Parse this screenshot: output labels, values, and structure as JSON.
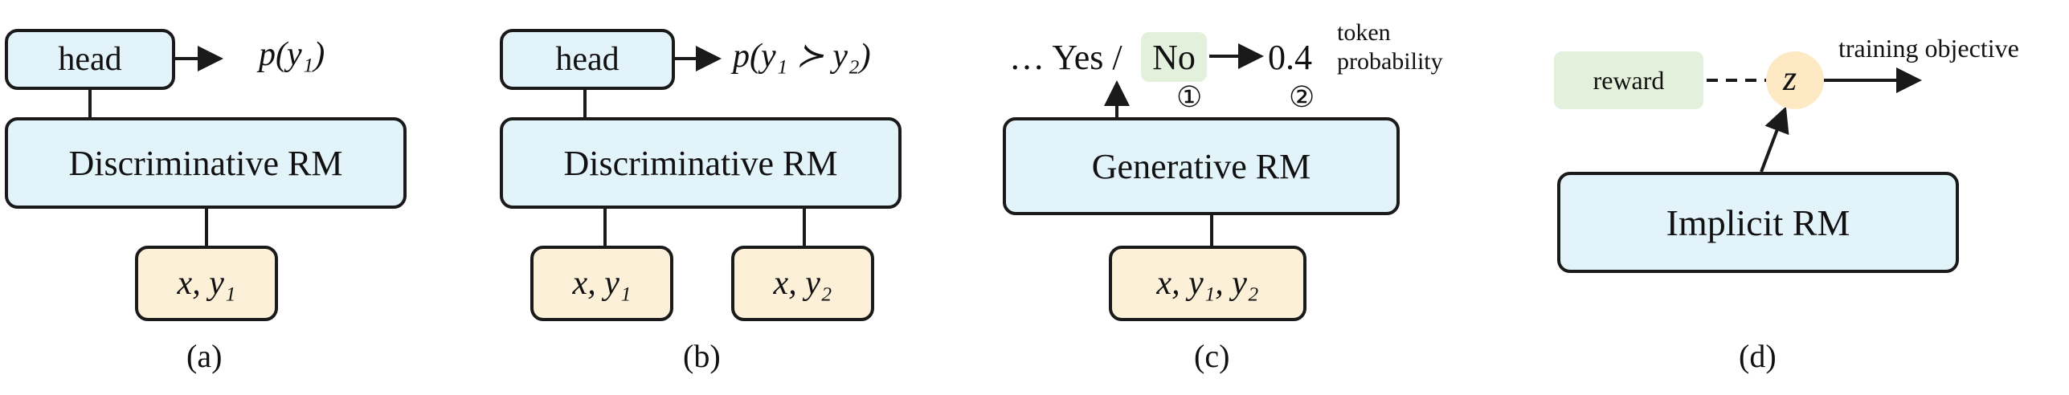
{
  "panel_a": {
    "head": "head",
    "model": "Discriminative RM",
    "input": "x, y₁",
    "output": "p(y₁)",
    "caption": "(a)"
  },
  "panel_b": {
    "head": "head",
    "model": "Discriminative RM",
    "input_1": "x, y₁",
    "input_2": "x, y₂",
    "output": "p(y₁ ≻ y₂)",
    "caption": "(b)"
  },
  "panel_c": {
    "tokens_prefix": "… Yes /",
    "token_no": "No",
    "value": "0.4",
    "label_line1": "token",
    "label_line2": "probability",
    "step_1": "①",
    "step_2": "②",
    "model": "Generative RM",
    "input": "x, y₁, y₂",
    "caption": "(c)"
  },
  "panel_d": {
    "reward": "reward",
    "latent": "z",
    "objective": "training objective",
    "model": "Implicit RM",
    "caption": "(d)"
  },
  "colors": {
    "model_fill": "#e3f3fa",
    "input_fill": "#fcf0d8",
    "reward_fill": "#e3f1dc",
    "latent_fill": "#fde9c4",
    "stroke": "#1a1a1a"
  }
}
